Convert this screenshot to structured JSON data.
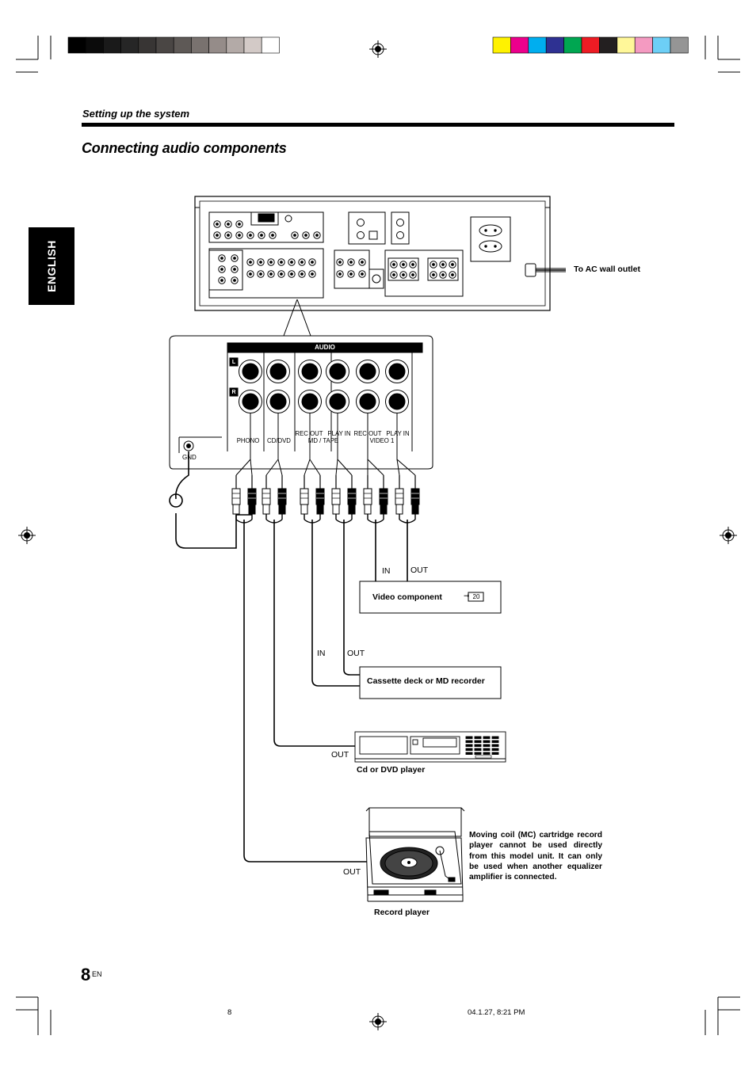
{
  "header": {
    "section": "Setting up the system"
  },
  "title": "Connecting audio components",
  "side_tab": "ENGLISH",
  "ac_outlet_label": "To AC wall outlet",
  "panel": {
    "bar_label": "AUDIO",
    "l_label": "L",
    "r_label": "R",
    "gnd_label": "GND",
    "jacks": {
      "phono": "PHONO",
      "cd_dvd": "CD/DVD",
      "rec_out_1": "REC OUT",
      "play_in_1": "PLAY IN",
      "md_tape": "MD / TAPE",
      "rec_out_2": "REC OUT",
      "play_in_2": "PLAY IN",
      "video1": "VIDEO 1"
    }
  },
  "components": {
    "video": {
      "label": "Video component",
      "in": "IN",
      "out": "OUT",
      "ref_arrow": "➞",
      "ref_page": "20"
    },
    "cassette": {
      "label": "Cassette deck or MD recorder",
      "in": "IN",
      "out": "OUT"
    },
    "cd": {
      "label": "Cd or DVD player",
      "out": "OUT"
    },
    "record": {
      "label": "Record player",
      "out": "OUT"
    }
  },
  "note": "Moving coil (MC) cartridge record player cannot be used directly from this model unit. It can only be used when another equalizer amplifier is connected.",
  "page": {
    "number": "8",
    "suffix": "EN"
  },
  "footer": {
    "page": "8",
    "timestamp": "04.1.27, 8:21 PM"
  },
  "color_bar_left": [
    "#000000",
    "#0b0b0b",
    "#1a1a1a",
    "#262626",
    "#383534",
    "#4a4644",
    "#5e5956",
    "#79726f",
    "#958c89",
    "#b3aaa7",
    "#d3cac7",
    "#ffffff"
  ],
  "color_bar_right": [
    "#fff200",
    "#ec008c",
    "#00aeef",
    "#2e3192",
    "#00a651",
    "#ed1c24",
    "#231f20",
    "#fff799",
    "#f49ac1",
    "#6dcff6",
    "#959595"
  ]
}
